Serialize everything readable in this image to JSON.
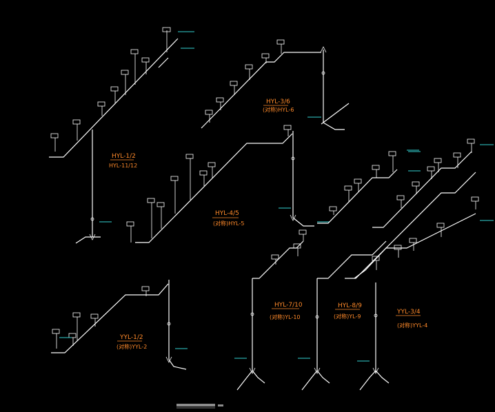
{
  "riser_tags": [
    {
      "main": "HYL-1/2",
      "sub": "HYL-11/12"
    },
    {
      "main": "HYL-3/6",
      "sub": "(对称)HYL-6"
    },
    {
      "main": "HYL-4/5",
      "sub": "(对称)HYL-5"
    },
    {
      "main": "HYL-7/10",
      "sub": "(对称)YL-10"
    },
    {
      "main": "HYL-8/9",
      "sub": "(对称)YL-9"
    },
    {
      "main": "YYL-3/4",
      "sub": "(对称)YYL-4"
    },
    {
      "main": "YYL-1/2",
      "sub": "(对称)YYL-2"
    }
  ],
  "colors": {
    "background": "#000000",
    "pipe": "#ffffff",
    "tag": "#ff8a2a",
    "floor_level": "#34d4d4"
  }
}
